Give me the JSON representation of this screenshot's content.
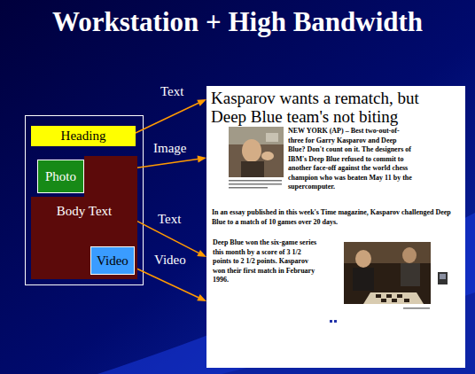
{
  "diagram": {
    "title": "Workstation + High Bandwidth",
    "nodes": [
      {
        "text": [
          "Heading"
        ]
      },
      {
        "text": [
          "Photo"
        ]
      },
      {
        "text": [
          "Body Text"
        ]
      },
      {
        "text": [
          "Video"
        ],
        "in": 2
      },
      {
        "text": [
          "Kasparov wants a rematch, but Deep Blue team's not biting",
          "NEW YORK (AP) – Best two-out-of-three for Garry Kasparov and Deep Blue? Don't count on it. The designers of IBM's Deep Blue refused to commit to another face-off against the world chess champion who was beaten May 11 by the supercomputer.",
          "In an essay published in this week's Time magazine, Kasparov challenged Deep Blue to a match of 10 games over 20 days.",
          "Deep Blue won the six-game series this month by a score of 3 1/2 points to 2 1/2 points. Kasparov won their first match in February 1996."
        ]
      }
    ],
    "edges": [
      {
        "from": 0,
        "to": 4,
        "arrow": "to",
        "label": "Text"
      },
      {
        "from": 1,
        "to": 4,
        "arrow": "to",
        "label": "Image"
      },
      {
        "from": 2,
        "to": 4,
        "arrow": "to",
        "label": "Text"
      },
      {
        "from": 3,
        "to": 4,
        "arrow": "to",
        "label": "Video"
      }
    ]
  }
}
